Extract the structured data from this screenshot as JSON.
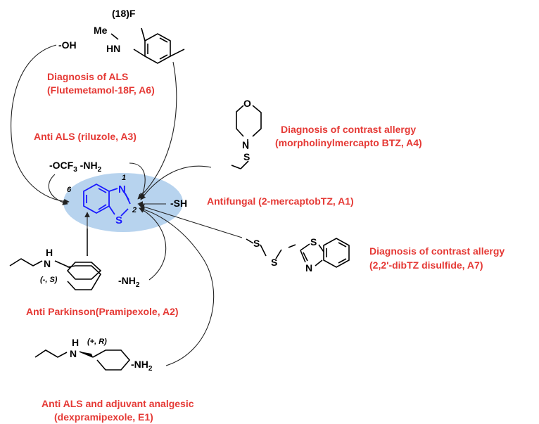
{
  "labels": {
    "a6_title": "Diagnosis of ALS",
    "a6_sub": "(Flutemetamol-18F, A6)",
    "a3": "Anti ALS (riluzole, A3)",
    "a4_title": "Diagnosis of contrast allergy",
    "a4_sub": "(morpholinylmercapto BTZ, A4)",
    "a1": "Antifungal (2-mercaptobTZ, A1)",
    "a7_title": "Diagnosis of contrast allergy",
    "a7_sub": "(2,2'-dibTZ disulfide, A7)",
    "a2": "Anti Parkinson(Pramipexole, A2)",
    "e1_title": "Anti ALS and adjuvant analgesic",
    "e1_sub": "(dexpramipexole, E1)"
  },
  "groups": {
    "oh": "-OH",
    "ocf3_a": "-OCF",
    "ocf3_sub": "3",
    "ocf3_b": "-NH",
    "ocf3_sub2": "2",
    "sh": "-SH",
    "nh2_mid": "-NH",
    "nh2_mid_sub": "2",
    "nh2_bot": "-NH",
    "nh2_bot_sub": "2"
  },
  "atoms": {
    "f18": "(18)F",
    "me": "Me",
    "nh_top": "HN",
    "o_morph": "O",
    "n_morph": "N",
    "s_morph": "S",
    "n_core": "N",
    "s_core": "S",
    "s1_dis": "S",
    "s2_dis": "S",
    "s_btz2": "S",
    "n_btz2": "N",
    "h_a2": "H",
    "n_a2": "N",
    "h_e1": "H",
    "n_e1": "N"
  },
  "positions": {
    "p1": "1",
    "p2": "2",
    "p6": "6"
  },
  "stereo": {
    "a2": "(-, S)",
    "e1": "(+, R)"
  },
  "colors": {
    "label_red": "#e53935",
    "core_blue": "#1a1aff",
    "highlight": "#b7d3ee"
  }
}
